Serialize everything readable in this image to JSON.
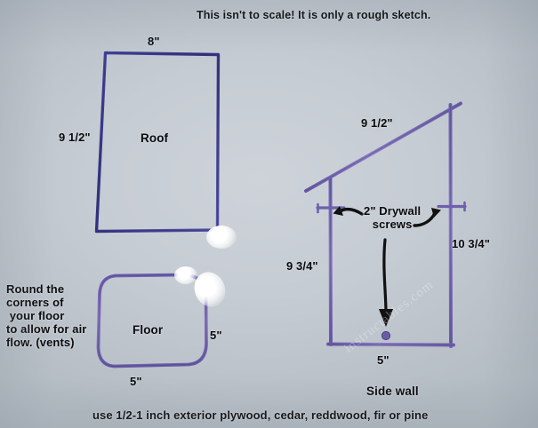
{
  "sketch": {
    "title_note": "This isn't to scale! It is only a rough sketch.",
    "bottom_caption": "use 1/2-1 inch exterior plywood, cedar, reddwood, fir or pine",
    "watermark_text": "instructables.com",
    "colors": {
      "background": "#c4cbd2",
      "ink_blue": "#3a3a8c",
      "ink_purple": "#7d6fb5",
      "text_black": "#0b0b0d"
    }
  },
  "roof": {
    "part_label": "Roof",
    "top_dimension": "8\"",
    "left_dimension": "9 1/2\""
  },
  "floor": {
    "part_label": "Floor",
    "bottom_dimension": "5\"",
    "right_dimension": "5\"",
    "note": "Round the\ncorners of\n your floor\nto allow for air\nflow. (vents)"
  },
  "side_wall": {
    "part_label": "Side wall",
    "slope_dimension": "9 1/2\"",
    "left_post_dimension": "9 3/4\"",
    "right_post_dimension": "10 3/4\"",
    "bottom_dimension": "5\"",
    "screws_label": "2\" Drywall\nscrews"
  }
}
